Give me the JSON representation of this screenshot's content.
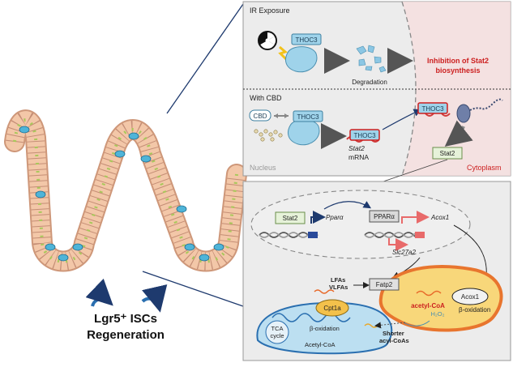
{
  "panels": {
    "top": {
      "ir_label": "IR Exposure",
      "cbd_label": "With CBD",
      "degradation": "Degradation",
      "inhibition_line1": "Inhibition of Stat2",
      "inhibition_line2": "biosynthesis",
      "nucleus": "Nucleus",
      "cytoplasm": "Cytoplasm",
      "thoc3": "THOC3",
      "cbd": "CBD",
      "stat2_mrna_italic": "Stat2",
      "mrna": "mRNA",
      "stat2_box": "Stat2"
    },
    "bottom": {
      "stat2": "Stat2",
      "ppara_gene": "Pparα",
      "ppara_protein": "PPARα",
      "acox1_gene": "Acox1",
      "slc27a2_gene": "Slc27a2",
      "lfas": "LFAs",
      "vlfas": "VLFAs",
      "fatp2": "Fatp2",
      "acox1_protein": "Acox1",
      "acetyl_coa_red": "acetyl-CoA",
      "h2o2": "H₂O₂",
      "beta_ox_perox": "β-oxidation",
      "cpt1a": "Cpt1a",
      "tca1": "TCA",
      "tca2": "cycle",
      "beta_ox_mito": "β-oxidation",
      "acetyl_coa_mito": "Acetyl-CoA",
      "shorter1": "Shorter",
      "shorter2": "acyl-CoAs"
    }
  },
  "left": {
    "title_line1": "Lgr5⁺ ISCs",
    "title_line2": "Regeneration"
  },
  "colors": {
    "red_label": "#cc1f1f",
    "thoc3_fill": "#9fd3ea",
    "box_green": "#e6f2d9",
    "cytoplasm_bg": "#f7dede",
    "panel_bg": "#ededed",
    "epithelium": "#f3c7a8"
  }
}
